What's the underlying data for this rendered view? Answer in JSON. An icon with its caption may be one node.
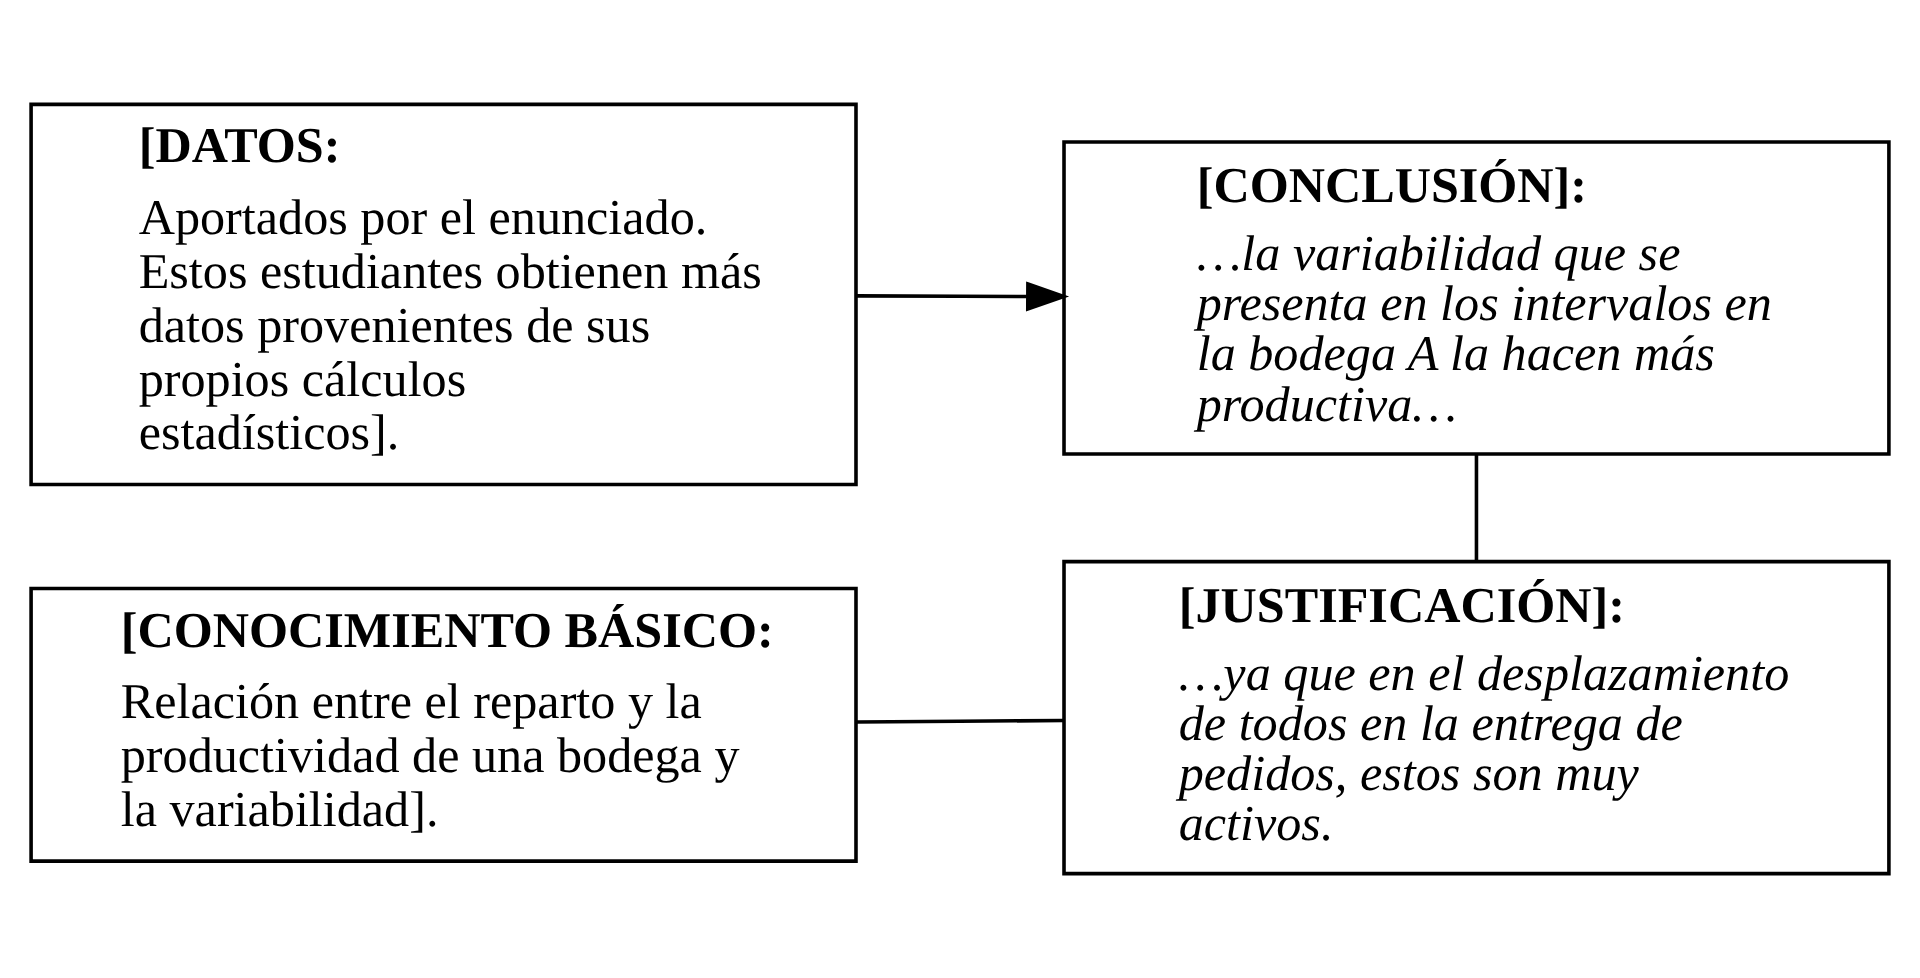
{
  "diagram": {
    "nodes": [
      {
        "text": [
          "[DATOS:",
          "Aportados por el enunciado. Estos estudiantes obtienen más datos provenientes de sus propios cálculos estadísticos]."
        ]
      },
      {
        "text": [
          "[CONCLUSIÓN]:",
          "…la variabilidad que se presenta en los intervalos en la bodega A la hacen más productiva…"
        ]
      },
      {
        "text": [
          "[CONOCIMIENTO BÁSICO:",
          "Relación entre el reparto y la productividad de una bodega y la variabilidad]."
        ]
      },
      {
        "text": [
          "[JUSTIFICACIÓN]:",
          "…ya que en el desplazamiento de todos en la entrega de pedidos, estos son muy activos."
        ]
      }
    ],
    "edges": [
      {
        "from": 0,
        "to": 1,
        "arrow": "to"
      },
      {
        "from": 1,
        "to": 3,
        "arrow": "none"
      },
      {
        "from": 2,
        "to": 3,
        "arrow": "none"
      }
    ]
  }
}
